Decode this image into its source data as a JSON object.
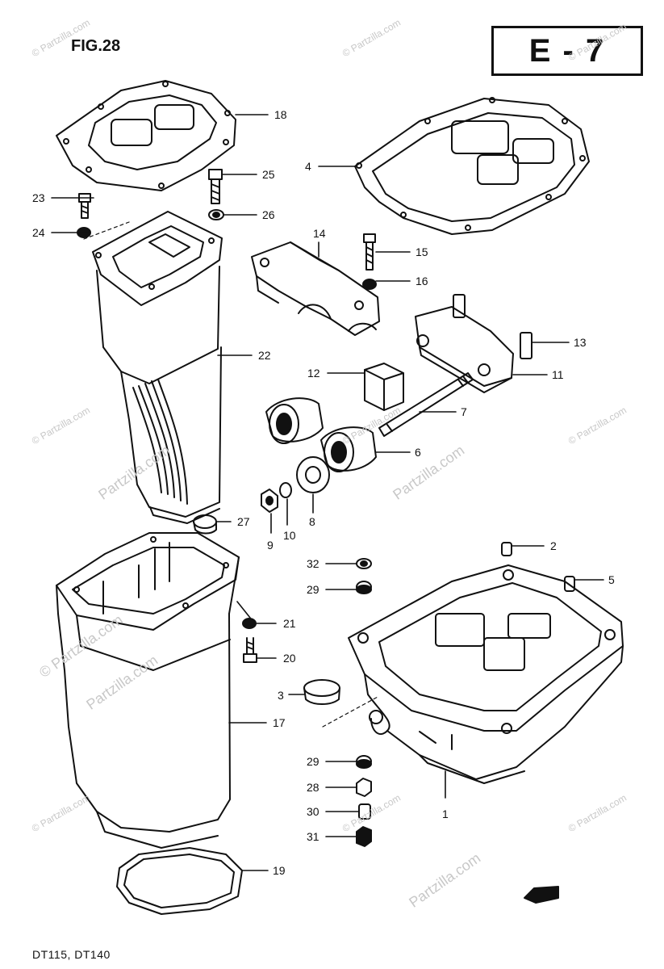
{
  "figure_label": "FIG.28",
  "section_code": "E - 7",
  "model_text": "DT115,  DT140",
  "watermark": {
    "copyright": "© Partzilla.com",
    "brand": "Partzilla.com"
  },
  "callouts": [
    "1",
    "2",
    "3",
    "4",
    "5",
    "6",
    "7",
    "8",
    "9",
    "10",
    "11",
    "12",
    "13",
    "14",
    "15",
    "16",
    "17",
    "18",
    "19",
    "20",
    "21",
    "22",
    "23",
    "24",
    "25",
    "26",
    "27",
    "28",
    "29",
    "29",
    "30",
    "31",
    "32"
  ],
  "colors": {
    "ink": "#111111",
    "watermark": "#c8c8c8"
  }
}
